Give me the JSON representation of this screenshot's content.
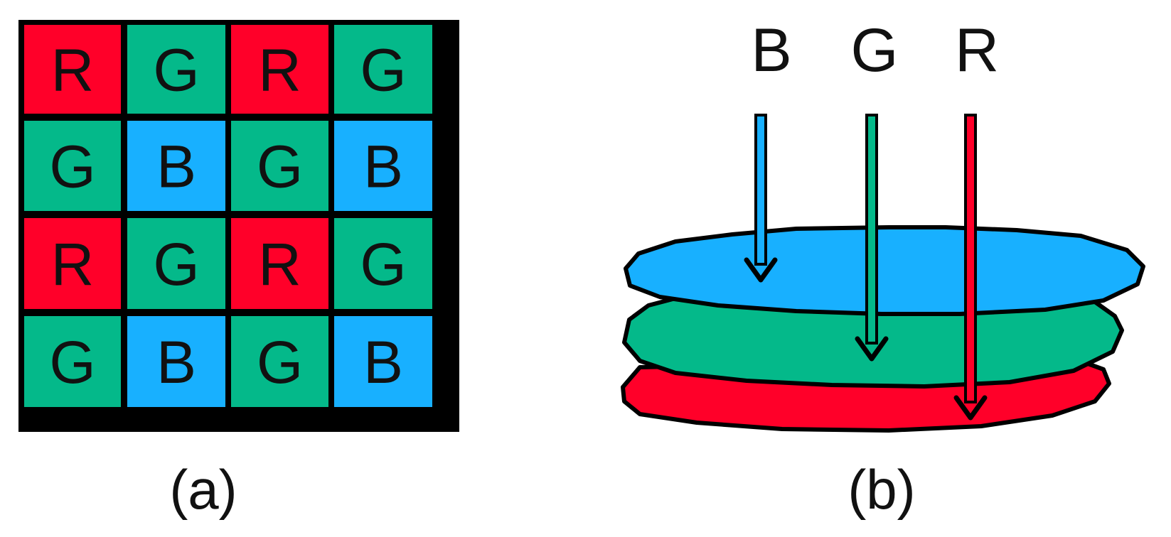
{
  "colors": {
    "red": "#ff0029",
    "green": "#04b98a",
    "blue": "#18b0ff",
    "outline": "#000000"
  },
  "panel_a": {
    "caption": "(a)",
    "grid": [
      [
        "R",
        "G",
        "R",
        "G"
      ],
      [
        "G",
        "B",
        "G",
        "B"
      ],
      [
        "R",
        "G",
        "R",
        "G"
      ],
      [
        "G",
        "B",
        "G",
        "B"
      ]
    ]
  },
  "panel_b": {
    "caption": "(b)",
    "beams": [
      {
        "label": "B",
        "color": "blue",
        "penetrates_layer": "blue"
      },
      {
        "label": "G",
        "color": "green",
        "penetrates_layer": "green"
      },
      {
        "label": "R",
        "color": "red",
        "penetrates_layer": "red"
      }
    ],
    "layers_top_to_bottom": [
      "blue",
      "green",
      "red"
    ]
  }
}
